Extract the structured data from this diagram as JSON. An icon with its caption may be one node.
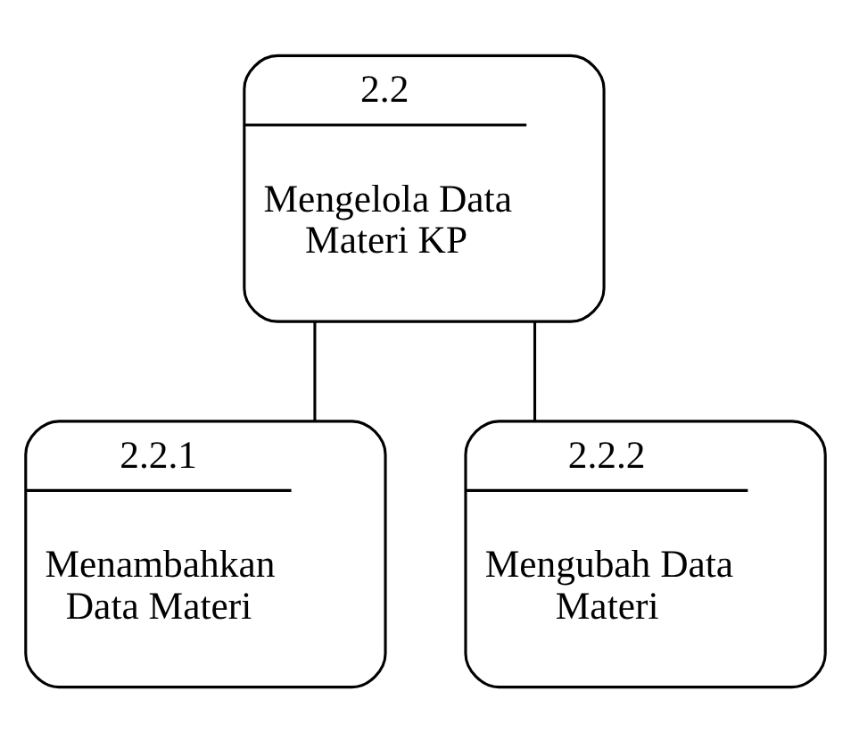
{
  "diagram": {
    "nodes": [
      {
        "text": [
          "2.2",
          "Mengelola Data Materi KP"
        ]
      },
      {
        "text": [
          "2.2.1",
          "Menambahkan Data Materi"
        ]
      },
      {
        "text": [
          "2.2.2",
          "Mengubah Data Materi"
        ]
      }
    ],
    "edges": [
      {
        "from": 0,
        "to": 1,
        "arrow": "none"
      },
      {
        "from": 0,
        "to": 2,
        "arrow": "none"
      }
    ]
  }
}
